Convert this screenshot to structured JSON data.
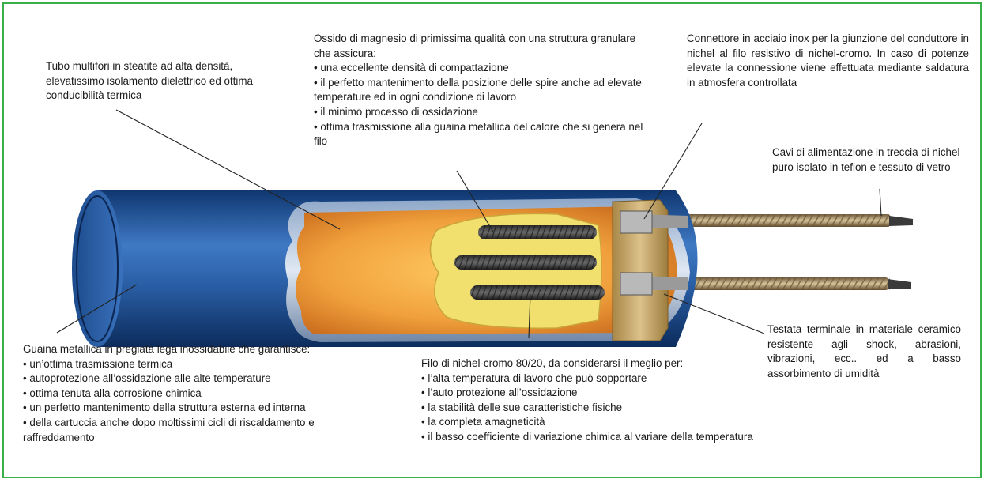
{
  "colors": {
    "frame_border": "#3bb04a",
    "sheath_blue": "#2a5fa6",
    "magnesium_oxide": "#f2a640",
    "steatite_yellow": "#f1df6e",
    "ceramic_head": "#c9a866",
    "nickel_chrome_coil": "#4a4a4a"
  },
  "steatite": {
    "text": "Tubo multifori in steatite ad alta densità, elevatissimo isolamento dielettrico ed ottima conducibilità termica"
  },
  "oxide": {
    "intro": "Ossido di magnesio di primissima qualità con una struttura granulare che assicura:",
    "items": [
      "una eccellente densità di compattazione",
      "il perfetto mantenimento della posizione delle spire anche ad elevate temperature ed in ogni condizione di lavoro",
      "il minimo processo di ossidazione",
      "ottima trasmissione alla guaina metallica del calore che si genera nel filo"
    ]
  },
  "connector": {
    "text": "Connettore in acciaio inox per la giunzione del conduttore in nichel al filo resistivo di nichel-cromo. In caso di potenze elevate la connessione viene effettuata mediante saldatura in atmosfera controllata"
  },
  "cables": {
    "text": "Cavi di alimentazione in treccia di nichel puro isolato in teflon e tessuto di vetro"
  },
  "sheath": {
    "intro": "Guaina metallica in pregiata lega inossidabile che garantisce:",
    "items": [
      "un’ottima trasmissione termica",
      "autoprotezione all’ossidazione alle alte temperature",
      "ottima tenuta alla corrosione chimica",
      "un perfetto mantenimento della struttura esterna ed interna",
      "della cartuccia anche dopo moltissimi cicli di riscaldamento e raffreddamento"
    ]
  },
  "wire": {
    "intro": "Filo di nichel-cromo 80/20, da considerarsi il meglio per:",
    "items": [
      "l’alta temperatura di lavoro che può sopportare",
      "l’auto protezione all’ossidazione",
      "la stabilità delle sue caratteristiche fisiche",
      "la completa amagneticità",
      "il basso coefficiente di variazione chimica al variare della temperatura"
    ]
  },
  "head": {
    "text": "Testata terminale in materiale ceramico resistente agli shock, abrasioni, vibrazioni, ecc.. ed a basso assorbimento di umidità"
  }
}
